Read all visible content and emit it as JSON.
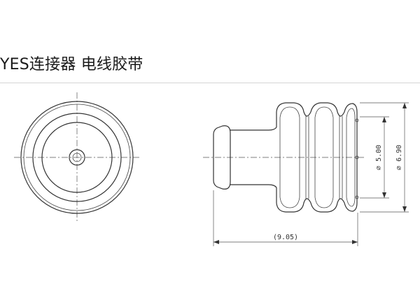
{
  "header": {
    "title": "YES连接器 电线胶带"
  },
  "drawing": {
    "dimensions": {
      "length": "(9.05)",
      "inner_diameter": "⌀ 5.00",
      "outer_diameter": "⌀ 6.90"
    }
  }
}
